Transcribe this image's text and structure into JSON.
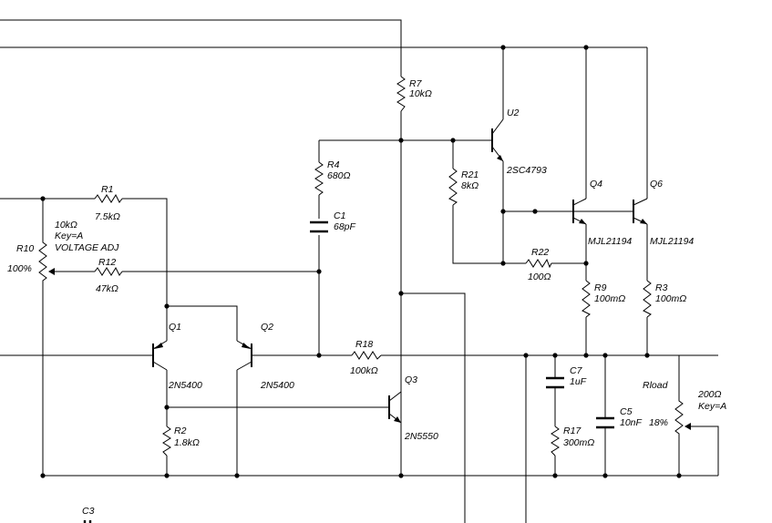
{
  "components": {
    "R7": {
      "ref": "R7",
      "value": "10kΩ"
    },
    "R4": {
      "ref": "R4",
      "value": "680Ω"
    },
    "C1": {
      "ref": "C1",
      "value": "68pF"
    },
    "R21": {
      "ref": "R21",
      "value": "8kΩ"
    },
    "U2": {
      "ref": "U2",
      "model": "2SC4793"
    },
    "Q4": {
      "ref": "Q4",
      "model": "MJL21194"
    },
    "Q6": {
      "ref": "Q6",
      "model": "MJL21194"
    },
    "R22": {
      "ref": "R22",
      "value": "100Ω"
    },
    "R9": {
      "ref": "R9",
      "value": "100mΩ"
    },
    "R3": {
      "ref": "R3",
      "value": "100mΩ"
    },
    "R1": {
      "ref": "R1",
      "value": "7.5kΩ"
    },
    "R10": {
      "ref": "R10",
      "value": "10kΩ",
      "key": "Key=A",
      "label": "VOLTAGE ADJ",
      "setting": "100%"
    },
    "R12": {
      "ref": "R12",
      "value": "47kΩ"
    },
    "Q1": {
      "ref": "Q1",
      "model": "2N5400"
    },
    "Q2": {
      "ref": "Q2",
      "model": "2N5400"
    },
    "R18": {
      "ref": "R18",
      "value": "100kΩ"
    },
    "Q3": {
      "ref": "Q3",
      "model": "2N5550"
    },
    "R2": {
      "ref": "R2",
      "value": "1.8kΩ"
    },
    "C7": {
      "ref": "C7",
      "value": "1uF"
    },
    "R17": {
      "ref": "R17",
      "value": "300mΩ"
    },
    "C5": {
      "ref": "C5",
      "value": "10nF"
    },
    "Rload": {
      "ref": "Rload",
      "value": "200Ω",
      "key": "Key=A",
      "setting": "18%"
    },
    "C3": {
      "ref": "C3"
    }
  }
}
